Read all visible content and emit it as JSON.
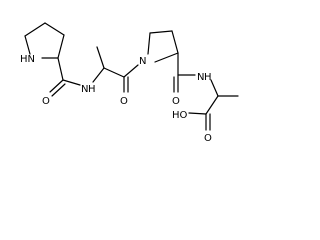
{
  "atom_labels": {
    "pro1_nh": "HN",
    "amide1_o": "O",
    "amide1_nh": "N",
    "amide1_h": "H",
    "ala1_carbonyl_o": "O",
    "pro2_n": "N",
    "amide2_o": "O",
    "amide2_nh": "N",
    "amide2_h": "H",
    "acid_oh": "HO",
    "acid_o": "O"
  },
  "colors": {
    "bond": "#000000",
    "label": "#000000",
    "background": "#ffffff"
  }
}
